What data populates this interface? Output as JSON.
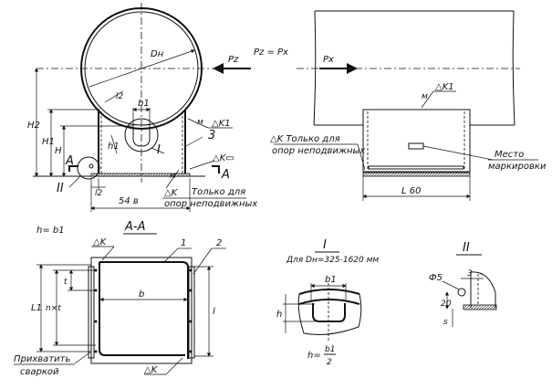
{
  "front_view": {
    "diameter": "Dн",
    "force": "Pz",
    "l2_top": "l2",
    "b1": "b1",
    "h1": "h1",
    "detail_I": "I",
    "detail_II": "II",
    "H2": "H2",
    "H1": "H1",
    "H": "H",
    "section_A_left": "A",
    "section_A_right": "A",
    "weld_K1": "K1",
    "weld_K_box": "K",
    "part_3": "3",
    "l2_bottom": "l2",
    "dim_B": "54 в",
    "weld_K_note": "K",
    "note_line1": "Только для",
    "note_line2": "опор неподвижных",
    "m_mark": "м"
  },
  "side_view": {
    "equation": "Pz = Px",
    "force": "Px",
    "weld_K1": "K1",
    "m_mark": "м",
    "weld_K_note": "K Только для",
    "note_line2": "опор неподвижных",
    "marking_line1": "Место",
    "marking_line2": "маркировки",
    "dim_L": "L 60"
  },
  "section_AA": {
    "note_h": "h= b1",
    "title": "А-А",
    "weld_K_top": "K",
    "part_1": "1",
    "part_2": "2",
    "L1": "L1",
    "nxt": "n×t",
    "t": "t",
    "b": "b",
    "l": "l",
    "tack_line1": "Прихватить",
    "tack_line2": "сваркой",
    "weld_K_bottom": "K"
  },
  "detail_I": {
    "title": "I",
    "subtitle": "Для Dн=325-1620 мм",
    "b1": "b1",
    "h": "h",
    "formula_left": "h=",
    "formula_num": "b1",
    "formula_den": "2"
  },
  "detail_II": {
    "title": "II",
    "phi": "Ф5",
    "dim_3": "3",
    "dim_20": "20",
    "dim_s": "s"
  }
}
